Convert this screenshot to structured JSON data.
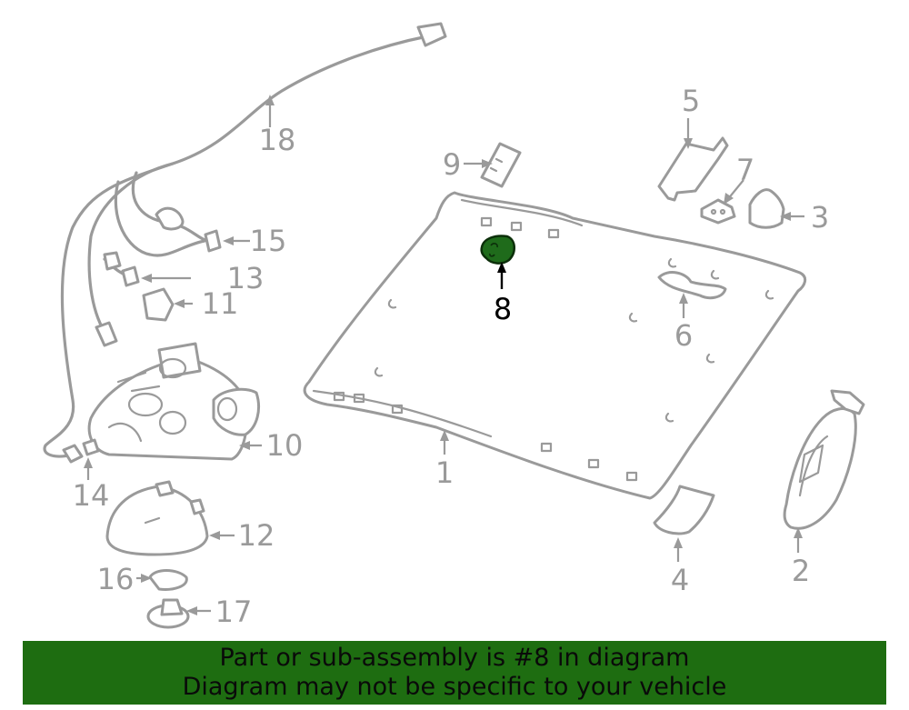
{
  "diagram": {
    "callouts": [
      {
        "id": "1",
        "label": "1"
      },
      {
        "id": "2",
        "label": "2"
      },
      {
        "id": "3",
        "label": "3"
      },
      {
        "id": "4",
        "label": "4"
      },
      {
        "id": "5",
        "label": "5"
      },
      {
        "id": "6",
        "label": "6"
      },
      {
        "id": "7",
        "label": "7"
      },
      {
        "id": "8",
        "label": "8",
        "highlighted": true
      },
      {
        "id": "9",
        "label": "9"
      },
      {
        "id": "10",
        "label": "10"
      },
      {
        "id": "11",
        "label": "11"
      },
      {
        "id": "12",
        "label": "12"
      },
      {
        "id": "13",
        "label": "13"
      },
      {
        "id": "14",
        "label": "14"
      },
      {
        "id": "15",
        "label": "15"
      },
      {
        "id": "16",
        "label": "16"
      },
      {
        "id": "17",
        "label": "17"
      },
      {
        "id": "18",
        "label": "18"
      }
    ],
    "colors": {
      "line": "#9a9a9a",
      "highlight_part": "#1f6b1b",
      "highlight_label": "#000000",
      "banner_background": "#1e6d11"
    }
  },
  "banner": {
    "line1": "Part or sub-assembly is #8 in diagram",
    "line2": "Diagram may not be specific to your vehicle"
  }
}
